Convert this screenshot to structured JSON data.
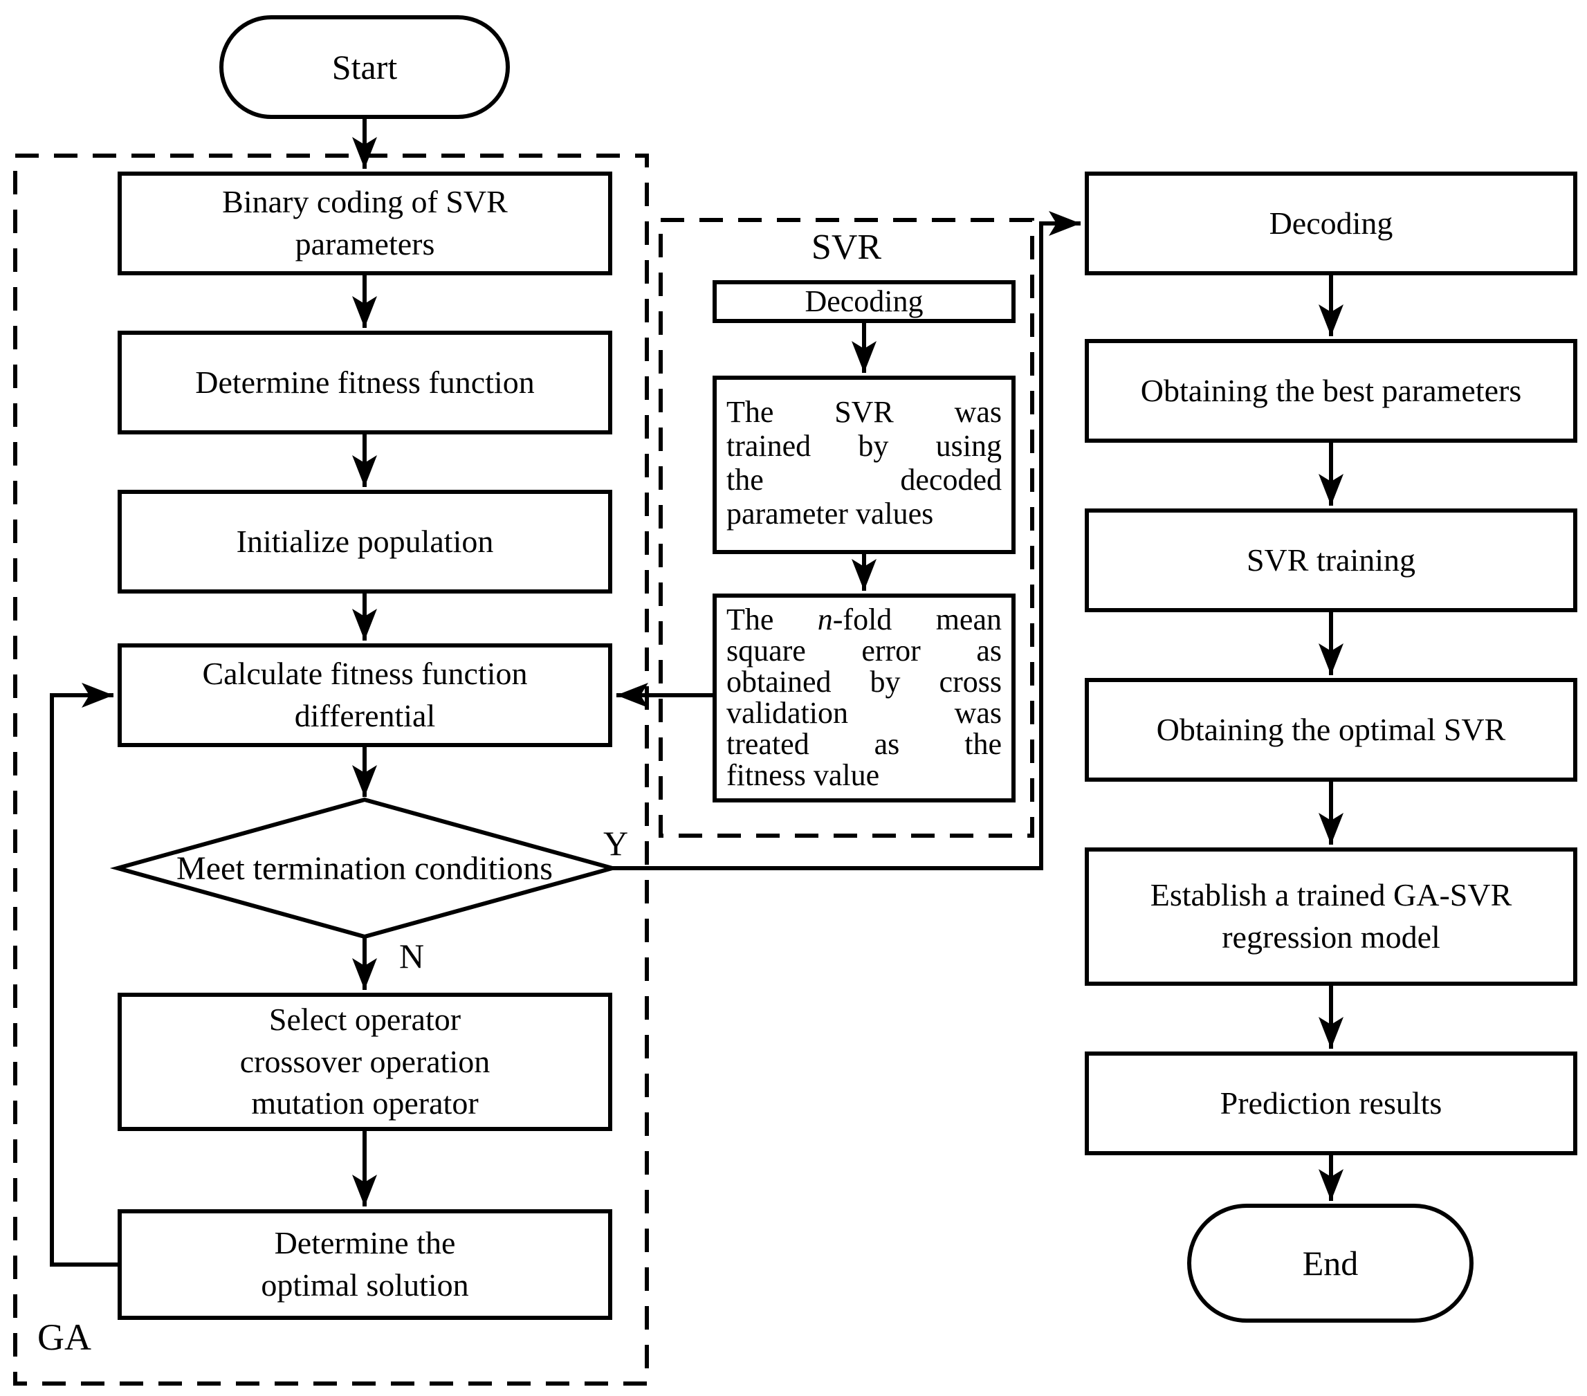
{
  "diagram_title": "GA-SVR flowchart",
  "colors": {
    "line": "#000000",
    "background": "#ffffff"
  },
  "start": {
    "label": "Start"
  },
  "end": {
    "label": "End"
  },
  "ga": {
    "label": "GA",
    "binary": {
      "lines": [
        "Binary coding of SVR",
        "parameters"
      ]
    },
    "fitness": {
      "label": "Determine fitness function"
    },
    "init": {
      "label": "Initialize population"
    },
    "calc": {
      "lines": [
        "Calculate fitness function",
        "differential"
      ]
    },
    "decision": {
      "label": "Meet termination conditions",
      "no": "N",
      "yes": "Y"
    },
    "select": {
      "lines": [
        "Select operator",
        "crossover operation",
        "mutation operator"
      ]
    },
    "optimal": {
      "lines": [
        "Determine the",
        "optimal solution"
      ]
    }
  },
  "svr": {
    "label": "SVR",
    "decoding": {
      "label": "Decoding"
    },
    "trained": {
      "lines": [
        {
          "text": "The SVR was",
          "justify": true
        },
        {
          "text": "trained by using",
          "justify": true
        },
        {
          "text": "the decoded",
          "justify": true
        },
        {
          "text": "parameter values",
          "justify": false
        }
      ]
    },
    "nfold": {
      "lines": [
        {
          "text": "The *n*-fold mean",
          "justify": true
        },
        {
          "text": "square error as",
          "justify": true
        },
        {
          "text": "obtained by cross",
          "justify": true
        },
        {
          "text": "validation was",
          "justify": true
        },
        {
          "text": "treated as the",
          "justify": true
        },
        {
          "text": "fitness value",
          "justify": false
        }
      ]
    }
  },
  "right": {
    "decoding": {
      "label": "Decoding"
    },
    "best": {
      "label": "Obtaining the best parameters"
    },
    "training": {
      "label": "SVR training"
    },
    "optimal": {
      "label": "Obtaining the optimal SVR"
    },
    "establish": {
      "lines": [
        "Establish a trained GA-SVR",
        "regression model"
      ]
    },
    "prediction": {
      "label": "Prediction results"
    }
  }
}
